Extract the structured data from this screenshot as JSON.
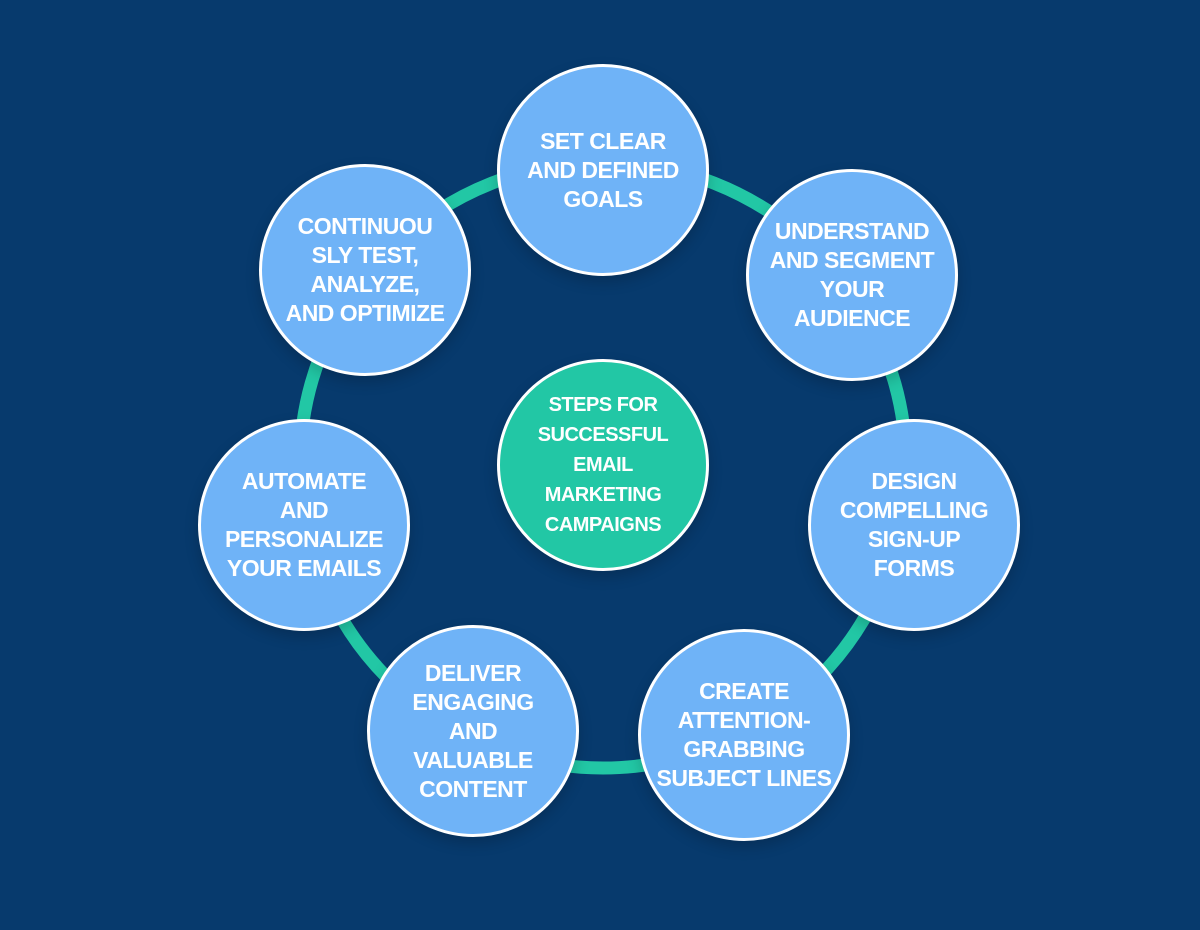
{
  "colors": {
    "background": "#073a6d",
    "ring": "#22c7a5",
    "step_fill": "#6fb3f7",
    "step_border": "#ffffff",
    "center_fill": "#22c7a5",
    "text": "#ffffff"
  },
  "center": {
    "label": "STEPS FOR\nSUCCESSFUL\nEMAIL\nMARKETING\nCAMPAIGNS"
  },
  "steps": [
    {
      "label": "SET CLEAR\nAND DEFINED\nGOALS"
    },
    {
      "label": "UNDERSTAND\nAND SEGMENT\nYOUR\nAUDIENCE"
    },
    {
      "label": "DESIGN\nCOMPELLING\nSIGN-UP\nFORMS"
    },
    {
      "label": "CREATE\nATTENTION-\nGRABBING\nSUBJECT LINES"
    },
    {
      "label": "DELIVER\nENGAGING\nAND\nVALUABLE\nCONTENT"
    },
    {
      "label": "AUTOMATE\nAND\nPERSONALIZE\nYOUR EMAILS"
    },
    {
      "label": "CONTINUOU\nSLY TEST,\nANALYZE,\nAND OPTIMIZE"
    }
  ]
}
